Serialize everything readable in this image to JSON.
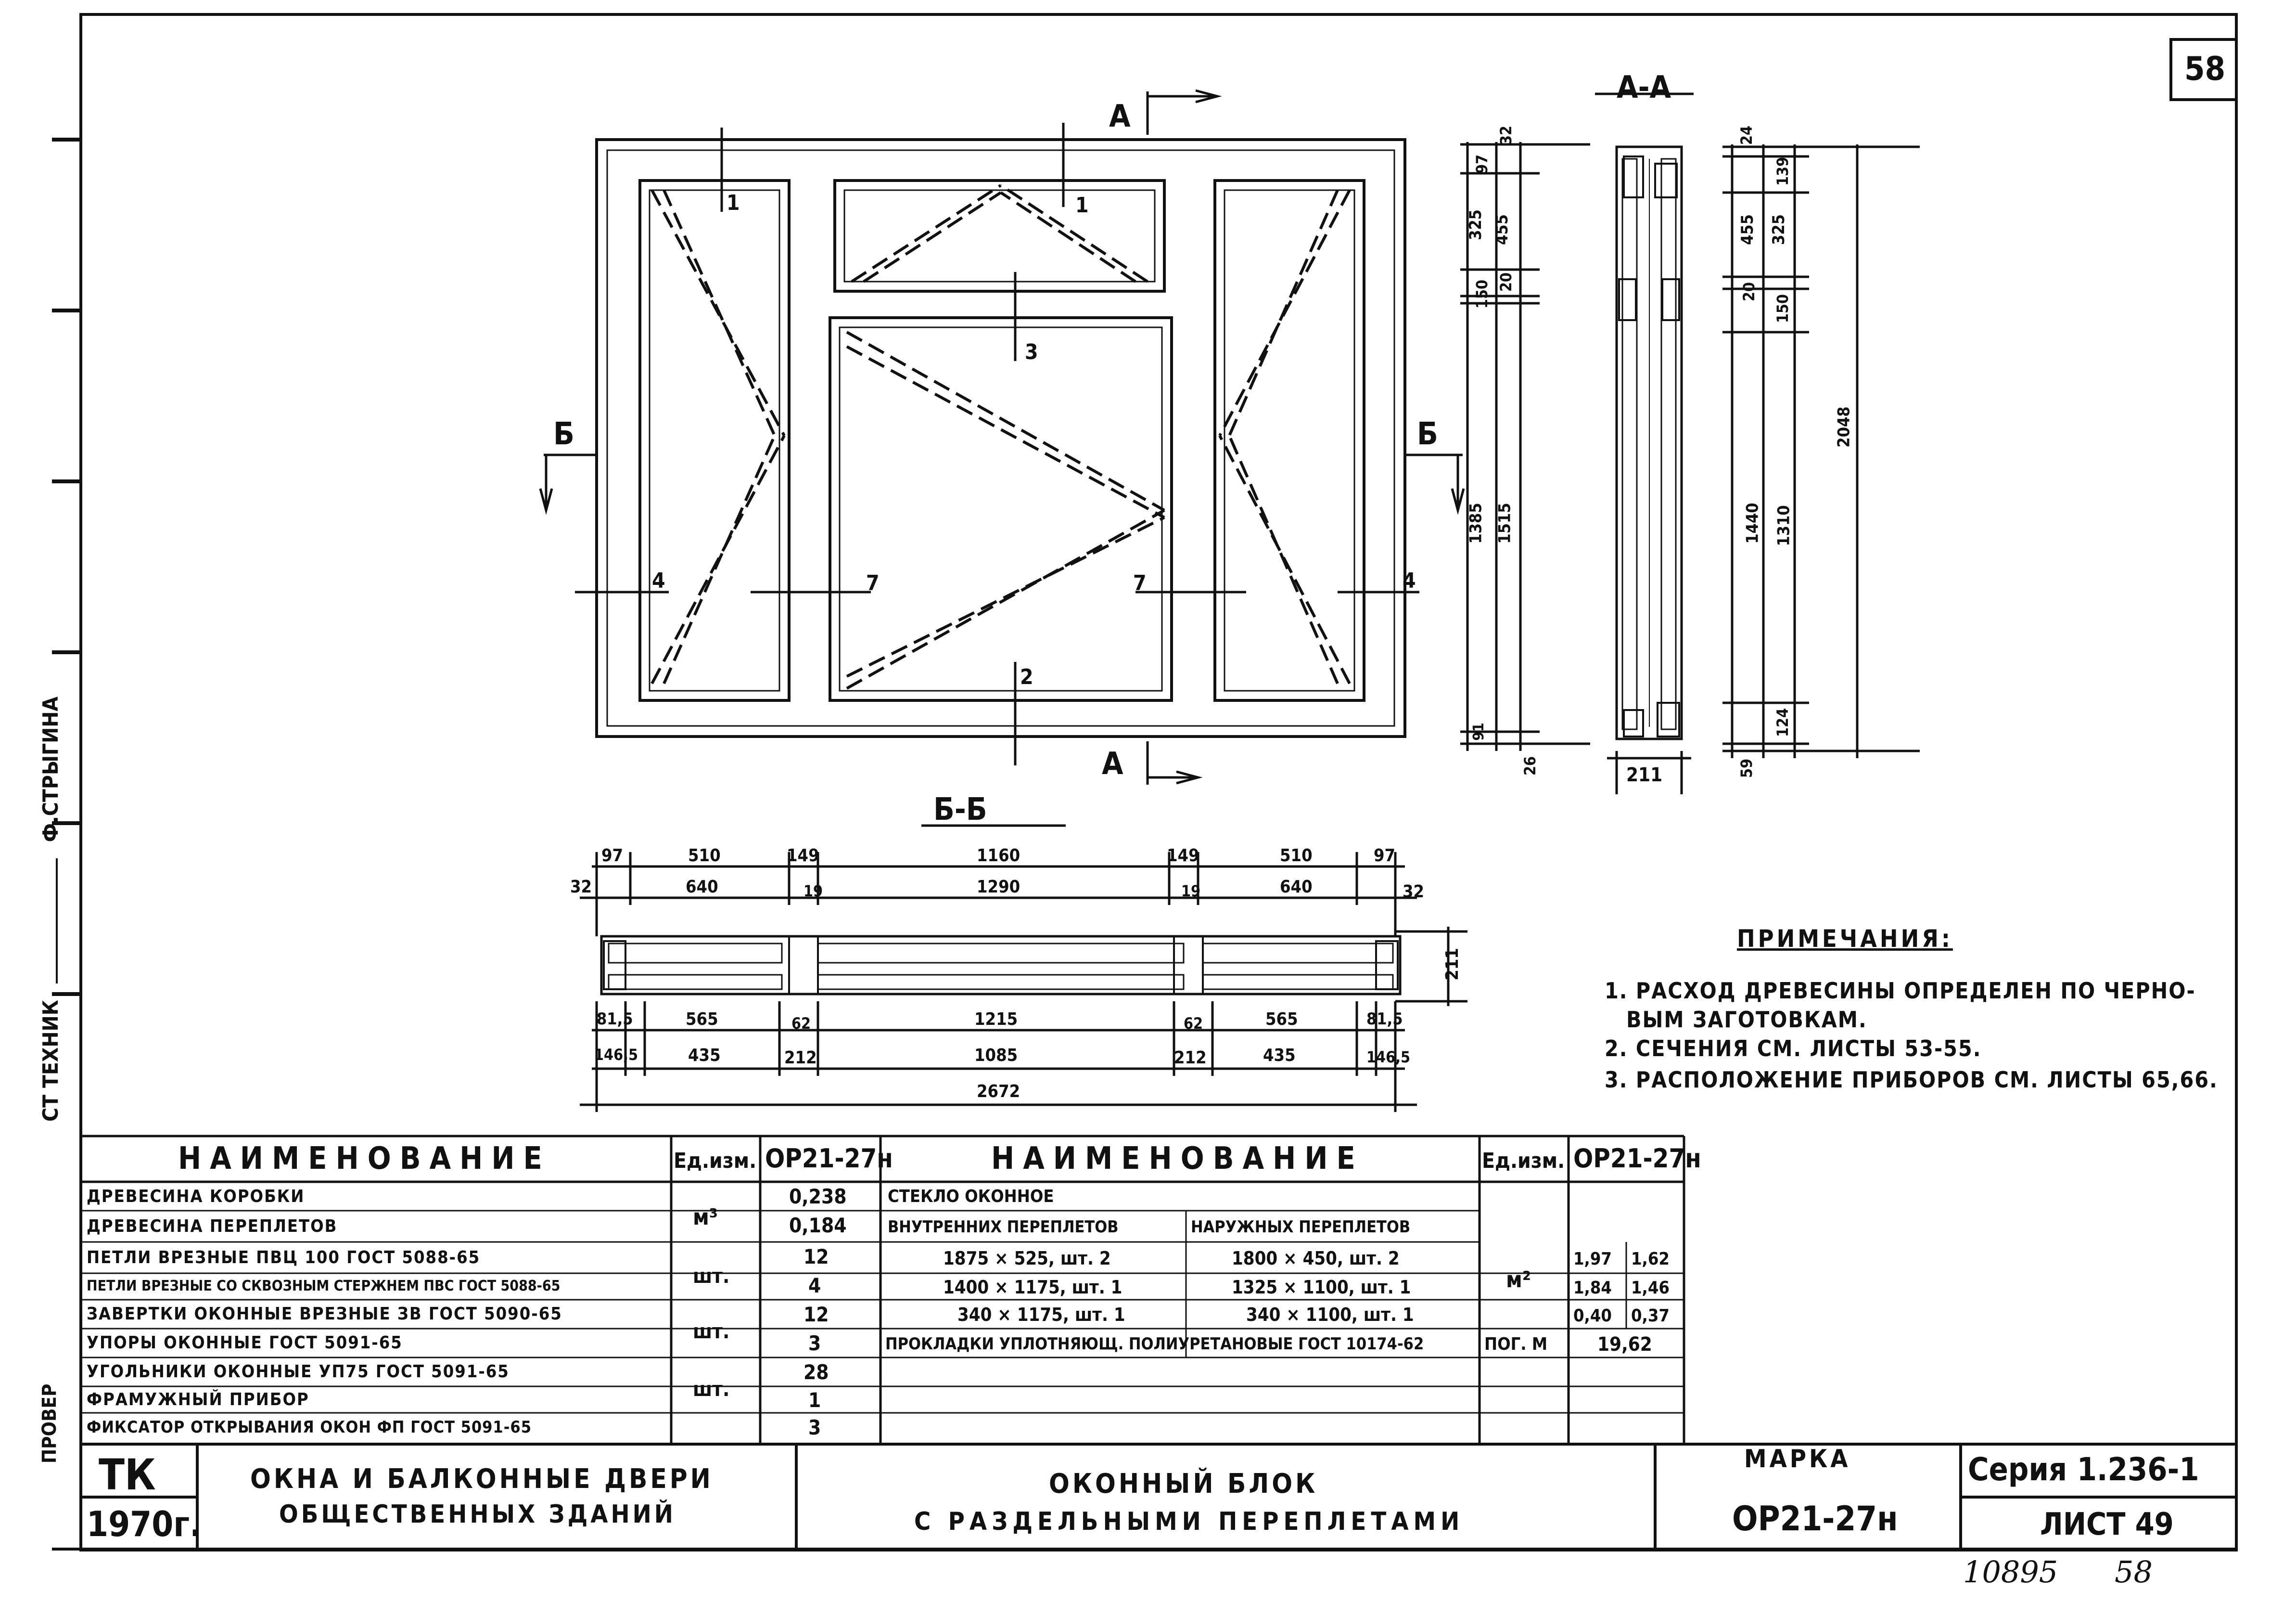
{
  "sheet": {
    "number": "58",
    "side_stamp": "СТ ТЕХНИК",
    "side_name": "Ф.СТРЫГИНА",
    "side_edge": "ПРОВЕР"
  },
  "elevation": {
    "cut_aa": "А",
    "cut_bb": "Б",
    "marks": [
      "1",
      "1",
      "3",
      "7",
      "7",
      "4",
      "4",
      "2"
    ]
  },
  "section_aa": {
    "title": "А-А",
    "left_dims": [
      "32",
      "97",
      "325",
      "455",
      "150",
      "20",
      "1385",
      "1515",
      "91",
      "26"
    ],
    "right_dims": [
      "24",
      "139",
      "325",
      "455",
      "20",
      "150",
      "1440",
      "1310",
      "2048",
      "124",
      "59"
    ],
    "depth": "211"
  },
  "section_bb": {
    "title": "Б-Б",
    "top_row1": [
      "97",
      "510",
      "149",
      "1160",
      "149",
      "510",
      "97"
    ],
    "top_row2": [
      "32",
      "640",
      "19",
      "1290",
      "19",
      "640",
      "32"
    ],
    "bottom_row1": [
      "81,5",
      "565",
      "62",
      "1215",
      "62",
      "565",
      "81,5"
    ],
    "bottom_row2": [
      "146,5",
      "435",
      "212",
      "1085",
      "212",
      "435",
      "146,5"
    ],
    "total": "2672",
    "depth": "211"
  },
  "notes": {
    "title": "Примечания:",
    "items": [
      "1. Расход древесины определен по черно-",
      "вым заготовкам.",
      "2. Сечения см. листы 53-55.",
      "3. Расположение приборов см. листы 65,66."
    ]
  },
  "left_table": {
    "col_name": "Наименование",
    "col_unit": "Ед.изм.",
    "col_value": "ОР21-27н",
    "rows": [
      {
        "name": "Древесина коробки",
        "value": "0,238"
      },
      {
        "name": "Древесина переплетов",
        "value": "0,184"
      },
      {
        "name": "Петли врезные ПВЦ 100 ГОСТ 5088-65",
        "value": "12"
      },
      {
        "name": "Петли врезные со сквозным стержнем ПВС ГОСТ 5088-65",
        "value": "4"
      },
      {
        "name": "Завертки оконные врезные ЗВ ГОСТ 5090-65",
        "value": "12"
      },
      {
        "name": "Упоры оконные ГОСТ 5091-65",
        "value": "3"
      },
      {
        "name": "Угольники оконные УП75 ГОСТ 5091-65",
        "value": "28"
      },
      {
        "name": "Фрамужный прибор",
        "value": "1"
      },
      {
        "name": "Фиксатор открывания окон ФП ГОСТ 5091-65",
        "value": "3"
      }
    ],
    "units": [
      "м³",
      "шт.",
      "шт.",
      "шт."
    ]
  },
  "right_table": {
    "col_name": "Наименование",
    "col_unit": "Ед.изм.",
    "col_value": "ОР21-27н",
    "glass_title": "Стекло оконное",
    "sub_inner": "Внутренних переплетов",
    "sub_outer": "Наружных переплетов",
    "glass_rows": [
      {
        "inner": "1875 × 525, шт. 2",
        "outer": "1800 × 450, шт. 2",
        "v1": "1,97",
        "v2": "1,62"
      },
      {
        "inner": "1400 × 1175, шт. 1",
        "outer": "1325 × 1100, шт. 1",
        "v1": "1,84",
        "v2": "1,46"
      },
      {
        "inner": "340 × 1175, шт. 1",
        "outer": "340 × 1100, шт. 1",
        "v1": "0,40",
        "v2": "0,37"
      }
    ],
    "glass_unit": "м²",
    "gasket": "Прокладки уплотняющ. полиуретановые ГОСТ 10174-62",
    "gasket_unit": "пог. м",
    "gasket_value": "19,62"
  },
  "title_block": {
    "tk": "ТК",
    "year": "1970г.",
    "project_line1": "Окна и балконные двери",
    "project_line2": "общественных зданий",
    "sheet_line1": "Оконный блок",
    "sheet_line2": "с раздельными переплетами",
    "mark_label": "Марка",
    "mark_value": "ОР21-27н",
    "series": "Серия 1.236-1",
    "list": "Лист 49"
  },
  "footer": {
    "stamp": "10895",
    "page": "58"
  }
}
